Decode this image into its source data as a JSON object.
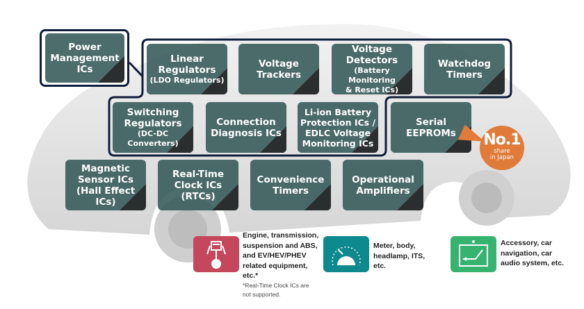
{
  "categories": {
    "power_management": [
      "Power",
      "Management",
      "ICs"
    ],
    "linear": {
      "lines": [
        "Linear",
        "Regulators"
      ],
      "sub": "(LDO Regulators)"
    },
    "trackers": {
      "lines": [
        "Voltage",
        "Trackers"
      ]
    },
    "detectors": {
      "lines": [
        "Voltage",
        "Detectors"
      ],
      "sub": [
        "(Battery Monitoring",
        "& Reset ICs)"
      ]
    },
    "watchdog": {
      "lines": [
        "Watchdog",
        "Timers"
      ]
    },
    "switching": {
      "lines": [
        "Switching",
        "Regulators"
      ],
      "sub": "(DC-DC Converters)"
    },
    "connection": {
      "lines": [
        "Connection",
        "Diagnosis ICs"
      ]
    },
    "liion": {
      "lines": [
        "Li-ion Battery",
        "Protection ICs /",
        "EDLC Voltage",
        "Monitoring ICs"
      ]
    },
    "eeprom": {
      "lines": [
        "Serial",
        "EEPROMs"
      ]
    },
    "magnetic": {
      "lines": [
        "Magnetic",
        "Sensor ICs",
        "(Hall Effect ICs)"
      ]
    },
    "rtc": {
      "lines": [
        "Real-Time",
        "Clock ICs",
        "(RTCs)"
      ]
    },
    "convenience": {
      "lines": [
        "Convenience",
        "Timers"
      ]
    },
    "opamp": {
      "lines": [
        "Operational",
        "Amplifiers"
      ]
    }
  },
  "badge": {
    "main": "No.1",
    "sub1": "share",
    "sub2": "in Japan",
    "color": "#e07b39"
  },
  "applications": [
    {
      "icon": "engine-piston-icon",
      "color": "#c5475b",
      "lines": [
        "Engine, transmission,",
        "suspension and ABS,",
        "and EV/HEV/PHEV",
        "related equipment,",
        "etc.*"
      ]
    },
    {
      "icon": "speedometer-icon",
      "color": "#0e8a8e",
      "lines": [
        "Meter, body,",
        "headlamp, ITS,",
        "etc."
      ]
    },
    {
      "icon": "car-navigation-icon",
      "color": "#35b36f",
      "lines": [
        "Accessory, car",
        "navigation, car",
        "audio system, etc."
      ]
    }
  ],
  "note": [
    "*Real-Time Clock ICs  are",
    "not supported."
  ],
  "colors": {
    "box": "#345858",
    "outline": "#0e1d3a"
  }
}
